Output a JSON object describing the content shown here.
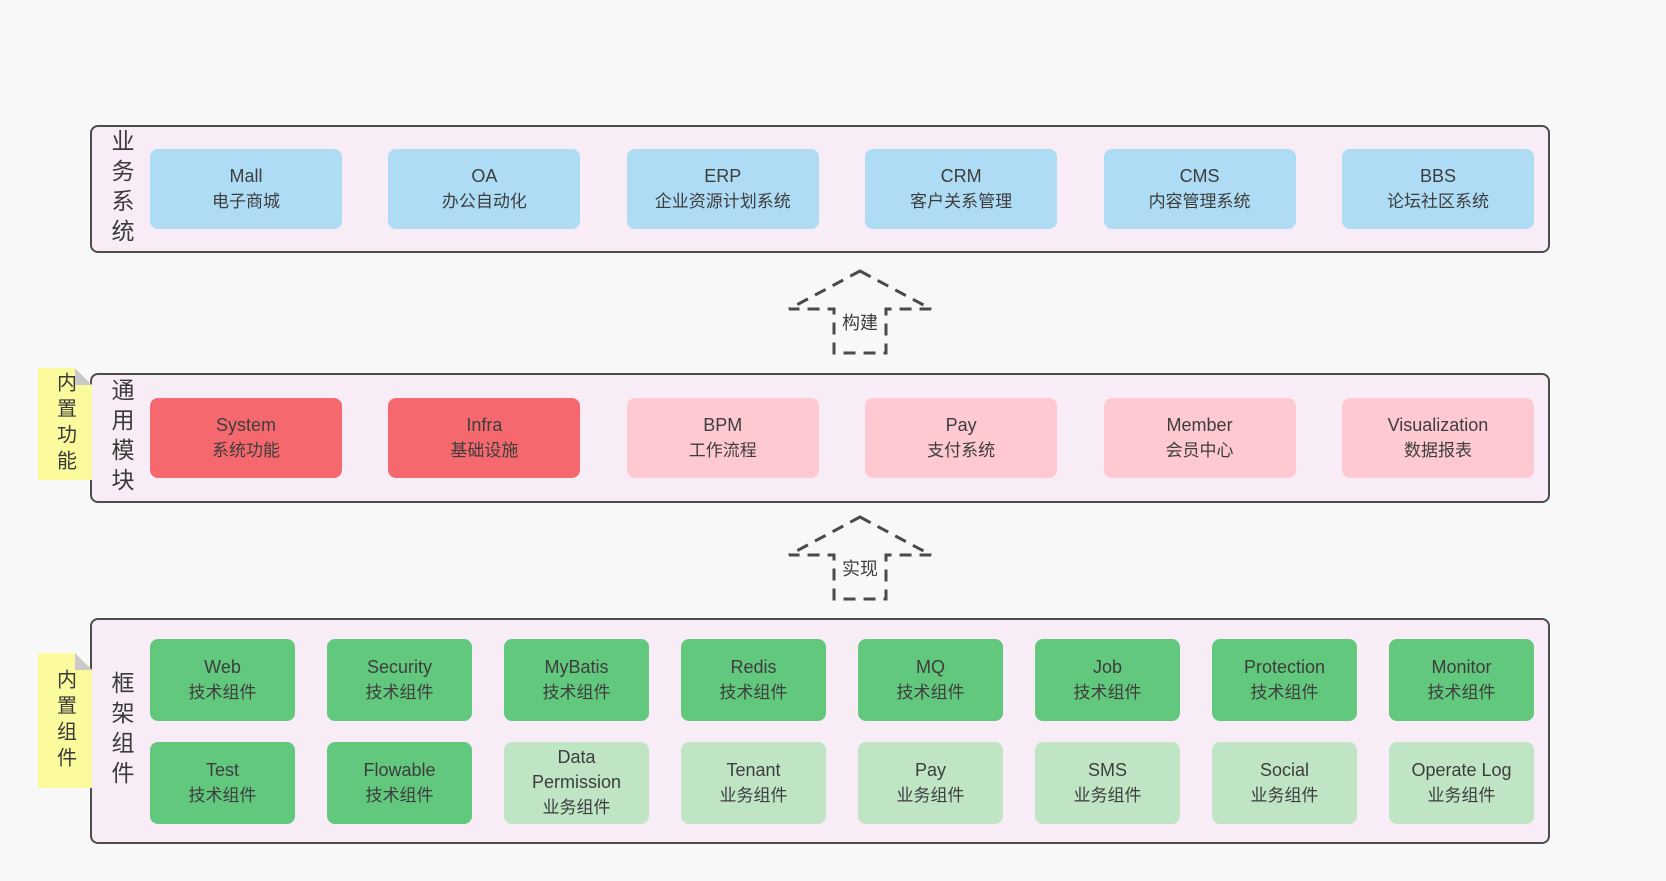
{
  "colors": {
    "page_bg": "#f8f8f8",
    "layer_bg": "#f8edf6",
    "layer_border": "#4d4d4d",
    "blue_box": "#aedcf5",
    "red_box": "#f5696e",
    "pink_box": "#ffc9d2",
    "green_box": "#62c87d",
    "light_green_box": "#bfe5c5",
    "note_yellow": "#fbfa9d",
    "note_fold_gray": "#c9c9c9",
    "text": "#3d3d3d"
  },
  "arrows": [
    {
      "label": "构建"
    },
    {
      "label": "实现"
    }
  ],
  "layers": [
    {
      "label": "业务系统",
      "boxes": [
        {
          "en": "Mall",
          "zh": "电子商城"
        },
        {
          "en": "OA",
          "zh": "办公自动化"
        },
        {
          "en": "ERP",
          "zh": "企业资源计划系统"
        },
        {
          "en": "CRM",
          "zh": "客户关系管理"
        },
        {
          "en": "CMS",
          "zh": "内容管理系统"
        },
        {
          "en": "BBS",
          "zh": "论坛社区系统"
        }
      ]
    },
    {
      "label": "通用模块",
      "note": "内置功能",
      "boxes": [
        {
          "en": "System",
          "zh": "系统功能"
        },
        {
          "en": "Infra",
          "zh": "基础设施"
        },
        {
          "en": "BPM",
          "zh": "工作流程"
        },
        {
          "en": "Pay",
          "zh": "支付系统"
        },
        {
          "en": "Member",
          "zh": "会员中心"
        },
        {
          "en": "Visualization",
          "zh": "数据报表"
        }
      ]
    },
    {
      "label": "框架组件",
      "note": "内置组件",
      "rows": [
        [
          {
            "en": "Web",
            "zh": "技术组件"
          },
          {
            "en": "Security",
            "zh": "技术组件"
          },
          {
            "en": "MyBatis",
            "zh": "技术组件"
          },
          {
            "en": "Redis",
            "zh": "技术组件"
          },
          {
            "en": "MQ",
            "zh": "技术组件"
          },
          {
            "en": "Job",
            "zh": "技术组件"
          },
          {
            "en": "Protection",
            "zh": "技术组件"
          },
          {
            "en": "Monitor",
            "zh": "技术组件"
          }
        ],
        [
          {
            "en": "Test",
            "zh": "技术组件"
          },
          {
            "en": "Flowable",
            "zh": "技术组件"
          },
          {
            "en": "Data Permission",
            "zh": "业务组件"
          },
          {
            "en": "Tenant",
            "zh": "业务组件"
          },
          {
            "en": "Pay",
            "zh": "业务组件"
          },
          {
            "en": "SMS",
            "zh": "业务组件"
          },
          {
            "en": "Social",
            "zh": "业务组件"
          },
          {
            "en": "Operate Log",
            "zh": "业务组件"
          }
        ]
      ]
    }
  ]
}
